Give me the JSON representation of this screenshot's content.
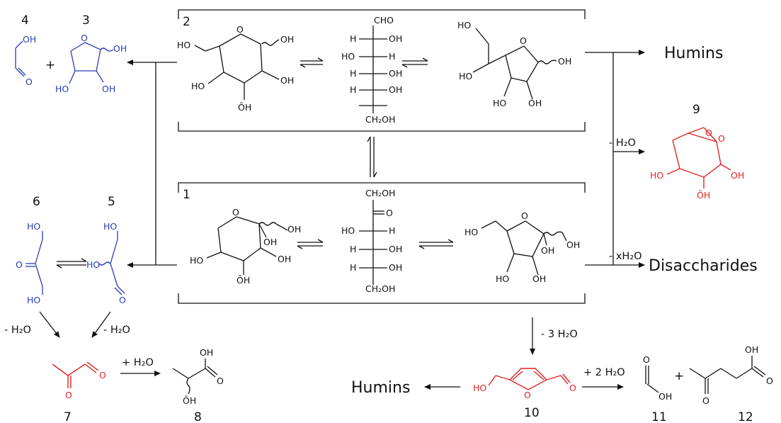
{
  "compound_numbers": {
    "c1": "1",
    "c2": "2",
    "c3": "3",
    "c4": "4",
    "c5": "5",
    "c6": "6",
    "c7": "7",
    "c8": "8",
    "c9": "9",
    "c10": "10",
    "c11": "11",
    "c12": "12"
  },
  "products": {
    "humins_top": "Humins",
    "humins_bottom": "Humins",
    "disaccharides": "Disaccharides",
    "plus_3_4": "+",
    "plus_11_12": "+"
  },
  "conditions": {
    "minus_h2o_to_9": "- H₂O",
    "minus_xh2o": "-  xH₂O",
    "minus_3h2o": "- 3 H₂O",
    "plus_2h2o": "+ 2 H₂O",
    "plus_h2o_7_8": "+ H₂O",
    "minus_h2o_left": "- H₂O",
    "minus_h2o_right": "- H₂O"
  },
  "atoms": {
    "oh": "OH",
    "ho": "HO",
    "o": "O",
    "h": "H",
    "cho": "CHO",
    "ch2oh": "CH₂OH",
    "oh_upright": "ŌH"
  },
  "colors": {
    "black": "#111111",
    "blue": "#2b3db5",
    "red": "#e02424"
  }
}
